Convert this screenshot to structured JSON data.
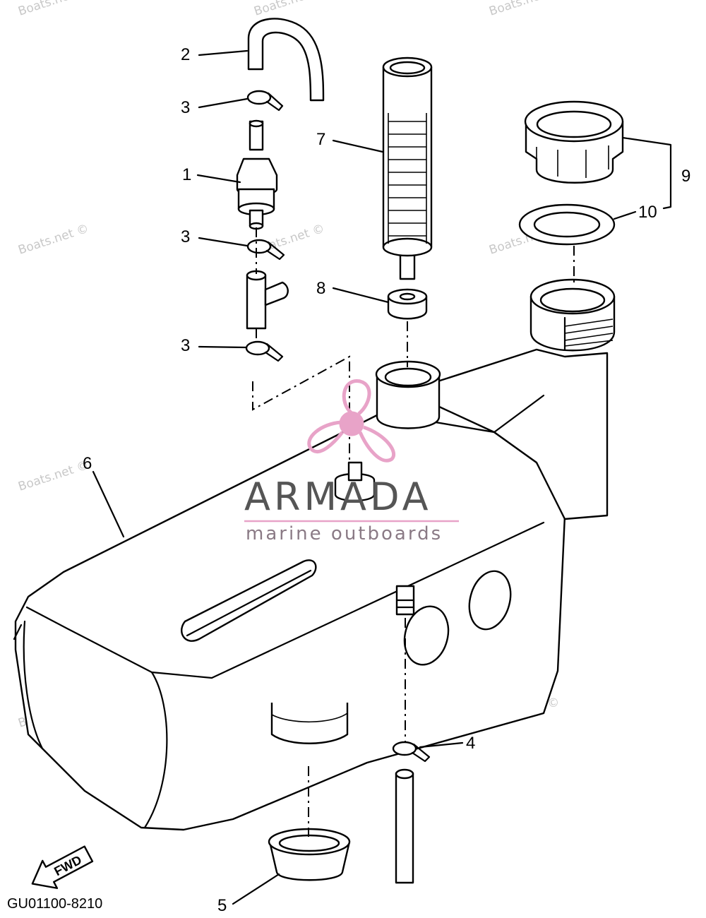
{
  "watermark_text": "Boats.net ©",
  "brand": {
    "name": "ARMADA",
    "tagline": "marine outboards",
    "accent_color": "#e8a3c8",
    "text_color": "#555555"
  },
  "callouts": {
    "c1": "1",
    "c2": "2",
    "c3a": "3",
    "c3b": "3",
    "c3c": "3",
    "c4": "4",
    "c5": "5",
    "c6": "6",
    "c7": "7",
    "c8": "8",
    "c9": "9",
    "c10": "10"
  },
  "fwd_label": "FWD",
  "figure_code": "GU01100-8210"
}
